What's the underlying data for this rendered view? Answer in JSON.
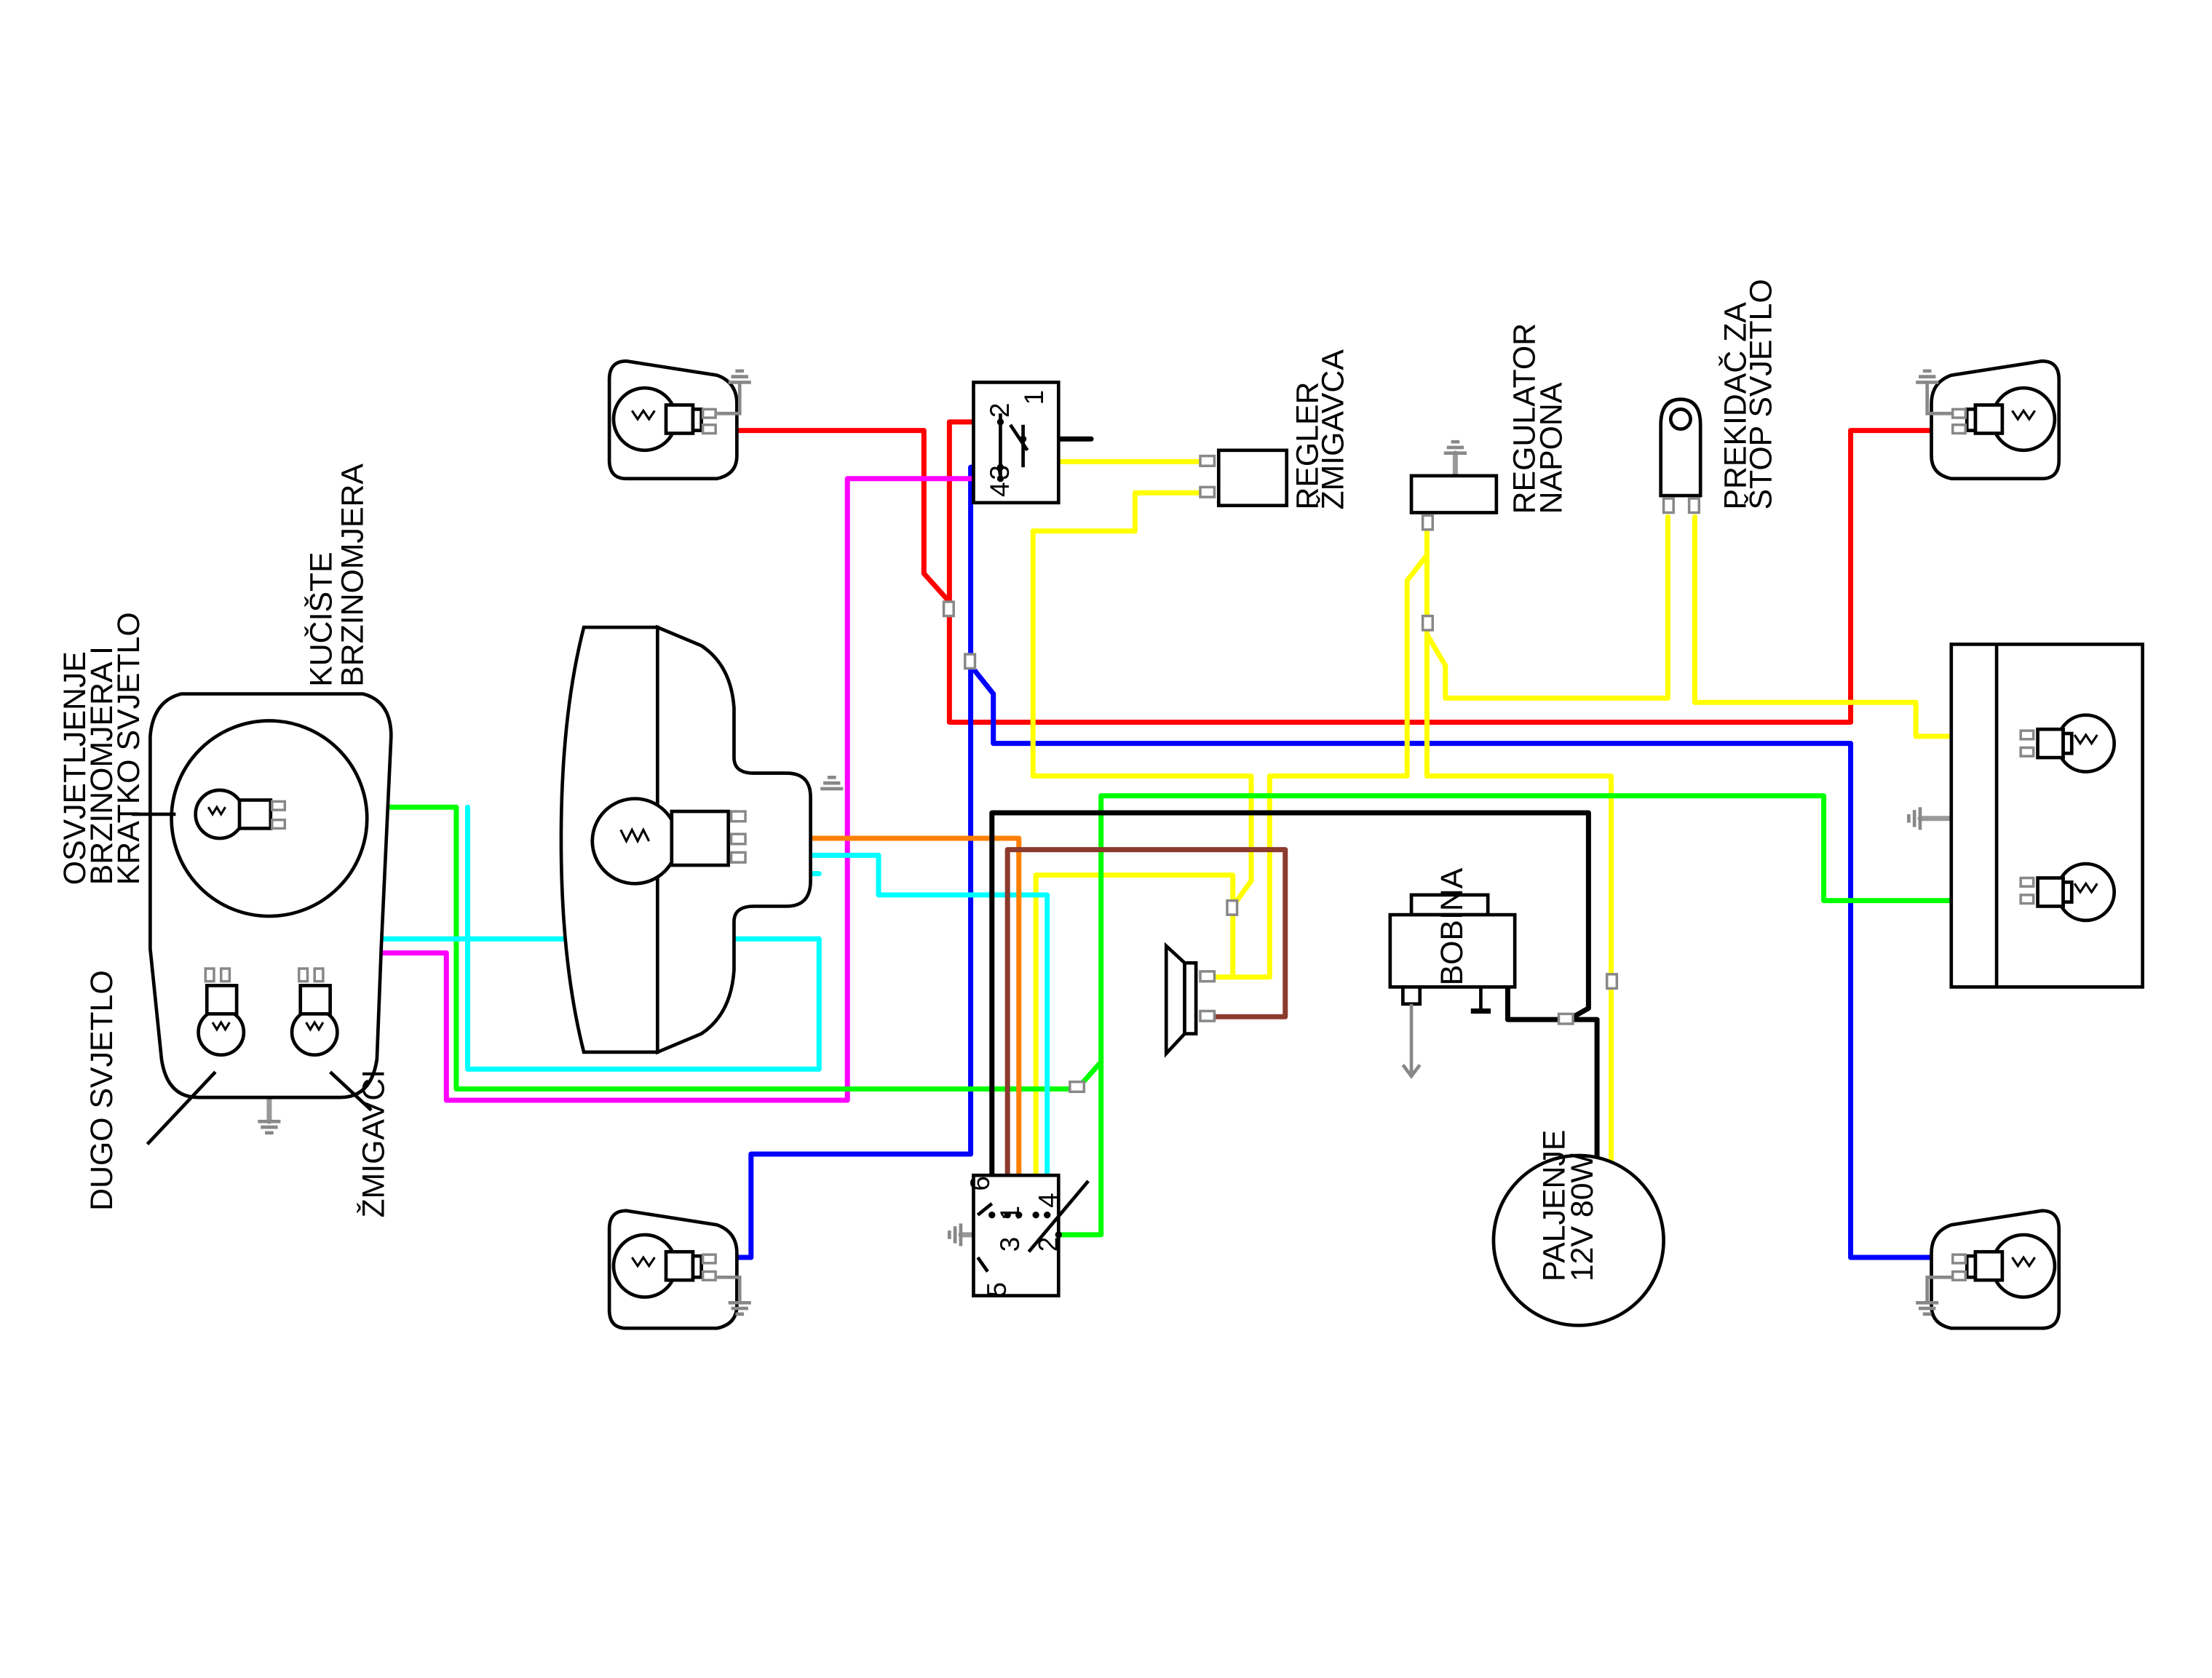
{
  "labels": {
    "speedo_housing": [
      "KUČIŠTE",
      "BRZINOMJERA"
    ],
    "speedo_light": [
      "OSVJETLJENJE",
      "BRZINOMJERA I",
      "KRATKO SVJETLO"
    ],
    "high_beam": "DUGO SVJETLO",
    "indicators": "ŽMIGAVCI",
    "flasher_relay": [
      "REGLER",
      "ŽMIGAVCA"
    ],
    "voltage_regulator": [
      "REGULATOR",
      "NAPONA"
    ],
    "brake_switch": [
      "PREKIDAČ ZA",
      "ŠTOP SVJETLO"
    ],
    "ignition_coil": "BOBINA",
    "generator": [
      "PALJENJE",
      "12V 80W"
    ]
  },
  "indicator_switch_pins": [
    "2",
    "1",
    "3",
    "4"
  ],
  "light_switch_pins": [
    "6",
    "1",
    "4",
    "3",
    "2",
    "5"
  ],
  "colors": {
    "red": "#ff0000",
    "blue": "#0000ff",
    "yellow": "#ffff00",
    "green": "#00ff00",
    "cyan": "#00ffff",
    "magenta": "#ff00ff",
    "orange": "#ff8000",
    "brown": "#8b3a2e",
    "black": "#000000",
    "gray": "#999999"
  }
}
